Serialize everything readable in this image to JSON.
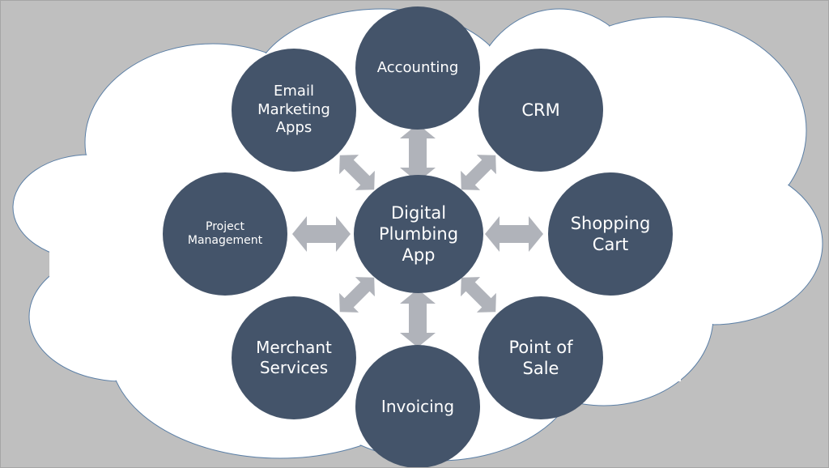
{
  "diagram": {
    "title": "Digital Plumbing App integrations",
    "colors": {
      "background": "#bfbfbf",
      "cloud_fill": "#ffffff",
      "cloud_stroke": "#5b7fa6",
      "node_fill": "#44546a",
      "node_text": "#ffffff",
      "arrow_fill": "#b0b3ba"
    },
    "center": {
      "label": "Digital\nPlumbing\nApp"
    },
    "nodes": [
      {
        "id": "accounting",
        "label": "Accounting"
      },
      {
        "id": "crm",
        "label": "CRM"
      },
      {
        "id": "shopping-cart",
        "label": "Shopping\nCart"
      },
      {
        "id": "point-of-sale",
        "label": "Point of\nSale"
      },
      {
        "id": "invoicing",
        "label": "Invoicing"
      },
      {
        "id": "merchant-services",
        "label": "Merchant\nServices"
      },
      {
        "id": "project-management",
        "label": "Project\nManagement"
      },
      {
        "id": "email-marketing-apps",
        "label": "Email\nMarketing\nApps"
      }
    ],
    "connectors": [
      {
        "from": "center",
        "to": "accounting",
        "type": "double-arrow",
        "icon": "vertical-double-arrow-icon"
      },
      {
        "from": "center",
        "to": "crm",
        "type": "double-arrow",
        "icon": "diagonal-double-arrow-icon"
      },
      {
        "from": "center",
        "to": "shopping-cart",
        "type": "double-arrow",
        "icon": "horizontal-double-arrow-icon"
      },
      {
        "from": "center",
        "to": "point-of-sale",
        "type": "double-arrow",
        "icon": "diagonal-double-arrow-icon"
      },
      {
        "from": "center",
        "to": "invoicing",
        "type": "double-arrow",
        "icon": "vertical-double-arrow-icon"
      },
      {
        "from": "center",
        "to": "merchant-services",
        "type": "double-arrow",
        "icon": "diagonal-double-arrow-icon"
      },
      {
        "from": "center",
        "to": "project-management",
        "type": "double-arrow",
        "icon": "horizontal-double-arrow-icon"
      },
      {
        "from": "center",
        "to": "email-marketing-apps",
        "type": "double-arrow",
        "icon": "diagonal-double-arrow-icon"
      }
    ]
  }
}
